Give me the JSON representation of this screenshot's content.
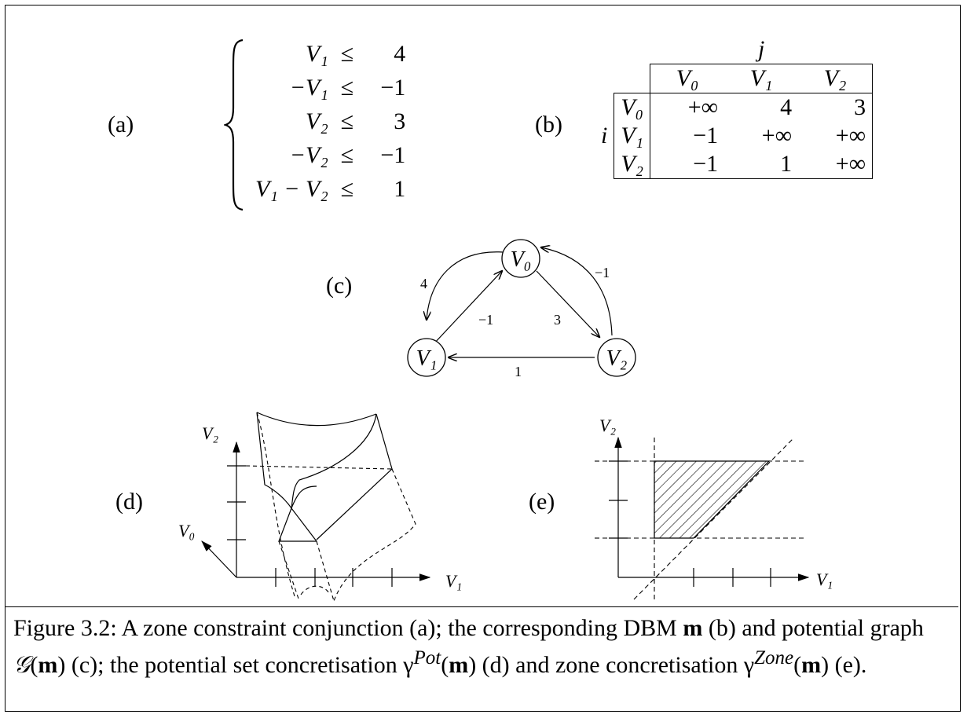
{
  "panels": {
    "a": {
      "label": "(a)",
      "rows": [
        {
          "lhs": "V₁",
          "op": "≤",
          "rhs": "4"
        },
        {
          "lhs": "−V₁",
          "op": "≤",
          "rhs": "−1"
        },
        {
          "lhs": "V₂",
          "op": "≤",
          "rhs": "3"
        },
        {
          "lhs": "−V₂",
          "op": "≤",
          "rhs": "−1"
        },
        {
          "lhs": "V₁ − V₂",
          "op": "≤",
          "rhs": "1"
        }
      ]
    },
    "b": {
      "label": "(b)",
      "col_var": "j",
      "row_var": "i",
      "headers": [
        "V₀",
        "V₁",
        "V₂"
      ],
      "rows": [
        {
          "name": "V₀",
          "cells": [
            "+∞",
            "4",
            "3"
          ]
        },
        {
          "name": "V₁",
          "cells": [
            "−1",
            "+∞",
            "+∞"
          ]
        },
        {
          "name": "V₂",
          "cells": [
            "−1",
            "1",
            "+∞"
          ]
        }
      ]
    },
    "c": {
      "label": "(c)",
      "nodes": [
        "V₀",
        "V₁",
        "V₂"
      ],
      "edge_labels": {
        "v0_v1": "4",
        "v1_v0": "−1",
        "v0_v2": "3",
        "v2_v0": "−1",
        "v2_v1": "1"
      }
    },
    "d": {
      "label": "(d)",
      "axis_v0": "V₀",
      "axis_v1": "V₁",
      "axis_v2": "V₂"
    },
    "e": {
      "label": "(e)",
      "axis_v1": "V₁",
      "axis_v2": "V₂"
    }
  },
  "caption": {
    "p1": "Figure 3.2: A zone constraint conjunction (a); the corresponding DBM ",
    "m1": "m",
    "p2": " (b) and potential graph ",
    "g": "𝒢",
    "p3": "(",
    "m2": "m",
    "p4": ") (c); the potential set concretisation γ",
    "sup1": "Pot",
    "p5": "(",
    "m3": "m",
    "p6": ") (d) and zone concretisation γ",
    "sup2": "Zone",
    "p7": "(",
    "m4": "m",
    "p8": ") (e)."
  }
}
